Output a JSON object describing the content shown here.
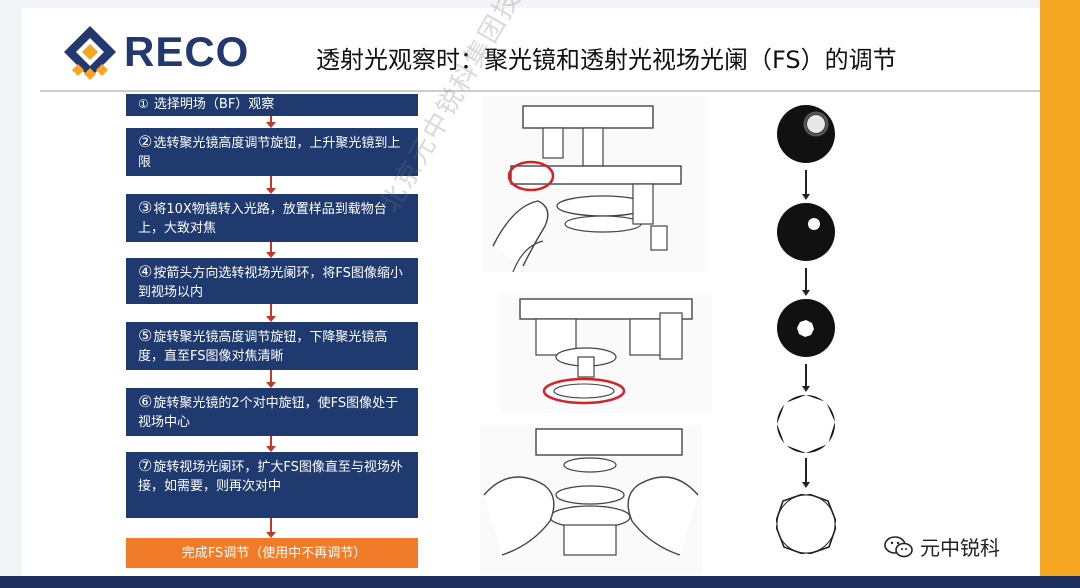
{
  "brand": {
    "name": "RECO",
    "color": "#22386e",
    "accent": "#f5a623"
  },
  "title": "透射光观察时：聚光镜和透射光视场光阑（FS）的调节",
  "steps": [
    {
      "num": "①",
      "text": "选择明场（BF）观察"
    },
    {
      "num": "②",
      "text": "选转聚光镜高度调节旋钮，上升聚光镜到上限"
    },
    {
      "num": "③",
      "text": "将10X物镜转入光路，放置样品到载物台上，大致对焦"
    },
    {
      "num": "④",
      "text": "按箭头方向选转视场光阑环，将FS图像缩小到视场以内"
    },
    {
      "num": "⑤",
      "text": "旋转聚光镜高度调节旋钮，下降聚光镜高度，直至FS图像对焦清晰"
    },
    {
      "num": "⑥",
      "text": "旋转聚光镜的2个对中旋钮，使FS图像处于视场中心"
    },
    {
      "num": "⑦",
      "text": "旋转视场光阑环，扩大FS图像直至与视场外接，如需要，则再次对中"
    }
  ],
  "final_step": "完成FS调节（使用中不再调节）",
  "watermark": "北京元中锐科集团技术有限公司",
  "wechat_label": "元中锐科",
  "colors": {
    "step_bg": "#1f3a6e",
    "final_bg": "#f07c2a",
    "connector": "#c0392b",
    "highlight": "#d0232a"
  }
}
